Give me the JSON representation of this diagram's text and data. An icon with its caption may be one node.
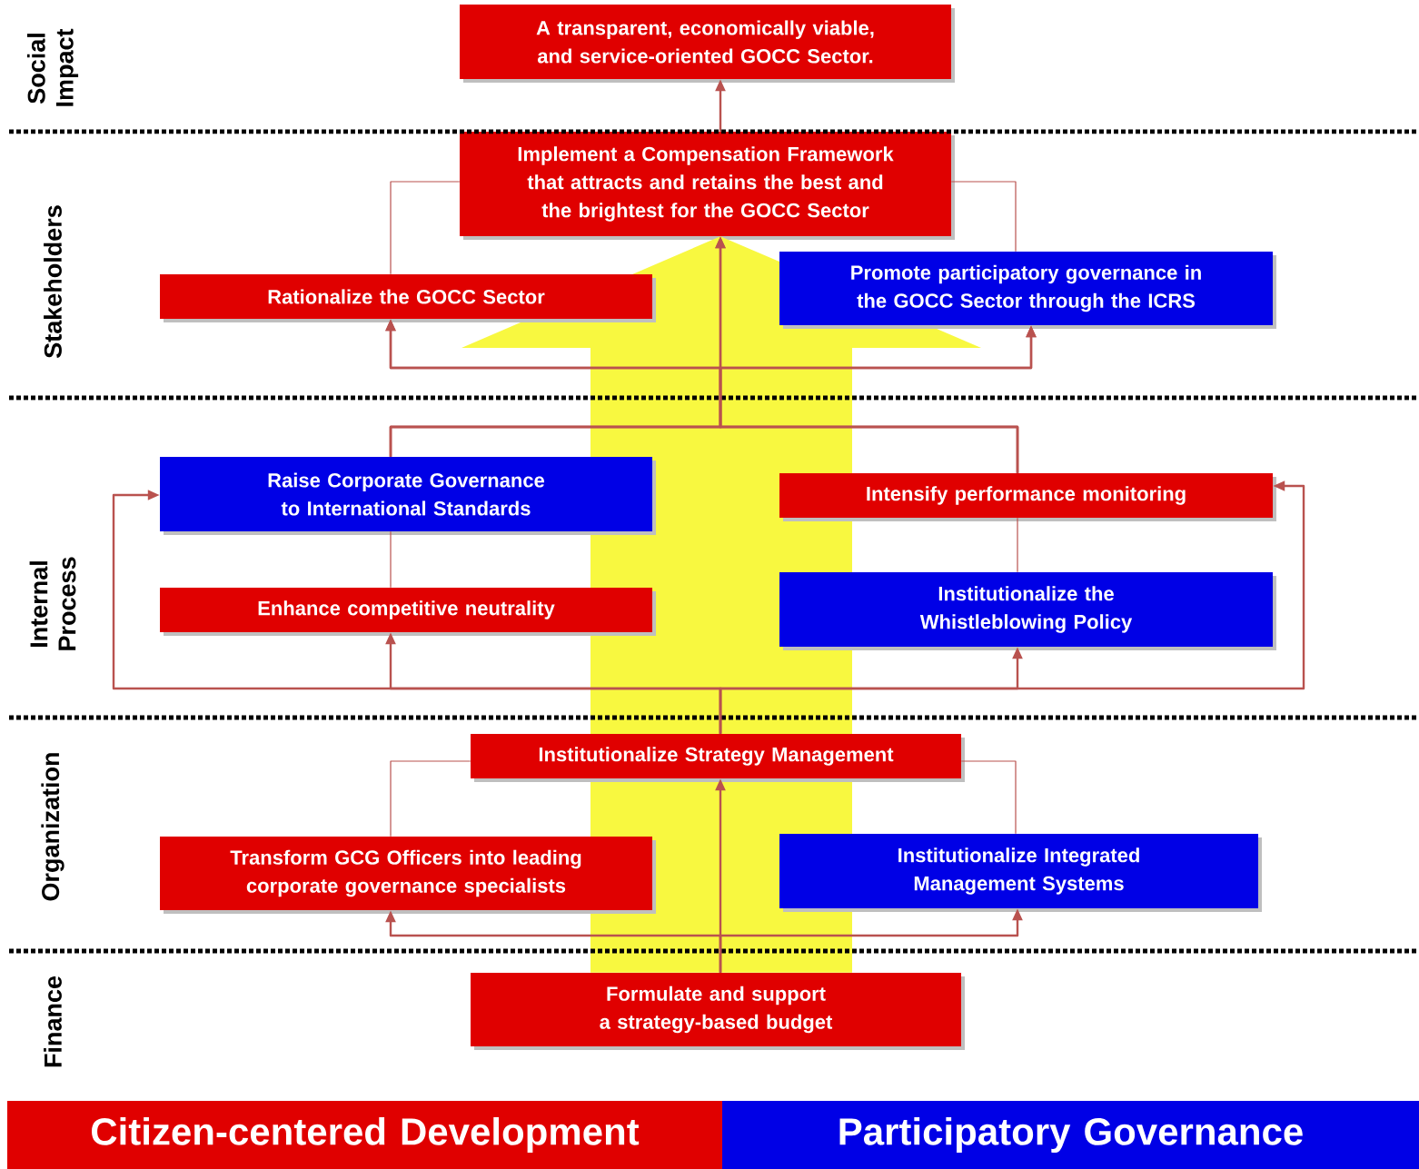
{
  "diagram": {
    "nodes": [
      {
        "text": [
          "A transparent, economically viable, and service-oriented GOCC Sector."
        ]
      },
      {
        "text": [
          "Implement a Compensation Framework that attracts and retains the best and the brightest for the GOCC Sector"
        ]
      },
      {
        "text": [
          "Rationalize the GOCC Sector"
        ]
      },
      {
        "text": [
          "Promote participatory governance in the GOCC Sector through the ICRS"
        ]
      },
      {
        "text": [
          "Raise Corporate Governance to International Standards"
        ]
      },
      {
        "text": [
          "Intensify performance monitoring"
        ]
      },
      {
        "text": [
          "Enhance competitive neutrality"
        ]
      },
      {
        "text": [
          "Institutionalize the Whistleblowing Policy"
        ]
      },
      {
        "text": [
          "Institutionalize Strategy Management"
        ]
      },
      {
        "text": [
          "Transform GCG Officers into leading corporate governance specialists"
        ]
      },
      {
        "text": [
          "Institutionalize Integrated Management Systems"
        ]
      },
      {
        "text": [
          "Formulate and support a strategy-based budget"
        ]
      },
      {
        "text": [
          "Citizen-centered Development"
        ]
      },
      {
        "text": [
          "Participatory Governance"
        ]
      }
    ],
    "edges": [
      {
        "from": 1,
        "to": 0,
        "arrow": "to"
      },
      {
        "from": 2,
        "to": 1,
        "arrow": "none"
      },
      {
        "from": 3,
        "to": 1,
        "arrow": "none"
      },
      {
        "from": 4,
        "to": 1,
        "arrow": "to"
      },
      {
        "from": 5,
        "to": 1,
        "arrow": "to"
      },
      {
        "from": 4,
        "to": 2,
        "arrow": "to"
      },
      {
        "from": 4,
        "to": 3,
        "arrow": "to"
      },
      {
        "from": 5,
        "to": 2,
        "arrow": "to"
      },
      {
        "from": 5,
        "to": 3,
        "arrow": "to"
      },
      {
        "from": 6,
        "to": 4,
        "arrow": "none"
      },
      {
        "from": 7,
        "to": 5,
        "arrow": "none"
      },
      {
        "from": 8,
        "to": 6,
        "arrow": "to"
      },
      {
        "from": 8,
        "to": 7,
        "arrow": "to"
      },
      {
        "from": 8,
        "to": 4,
        "arrow": "to"
      },
      {
        "from": 8,
        "to": 5,
        "arrow": "to"
      },
      {
        "from": 9,
        "to": 8,
        "arrow": "none"
      },
      {
        "from": 10,
        "to": 8,
        "arrow": "none"
      },
      {
        "from": 11,
        "to": 8,
        "arrow": "to"
      },
      {
        "from": 11,
        "to": 9,
        "arrow": "to"
      },
      {
        "from": 11,
        "to": 10,
        "arrow": "to"
      },
      {
        "from": 11,
        "to": 1,
        "arrow": "to",
        "style": "thick",
        "color": "#f8f840"
      }
    ],
    "labels": [
      "Social Impact",
      "Stakeholders",
      "Internal Process",
      "Organization",
      "Finance"
    ]
  }
}
